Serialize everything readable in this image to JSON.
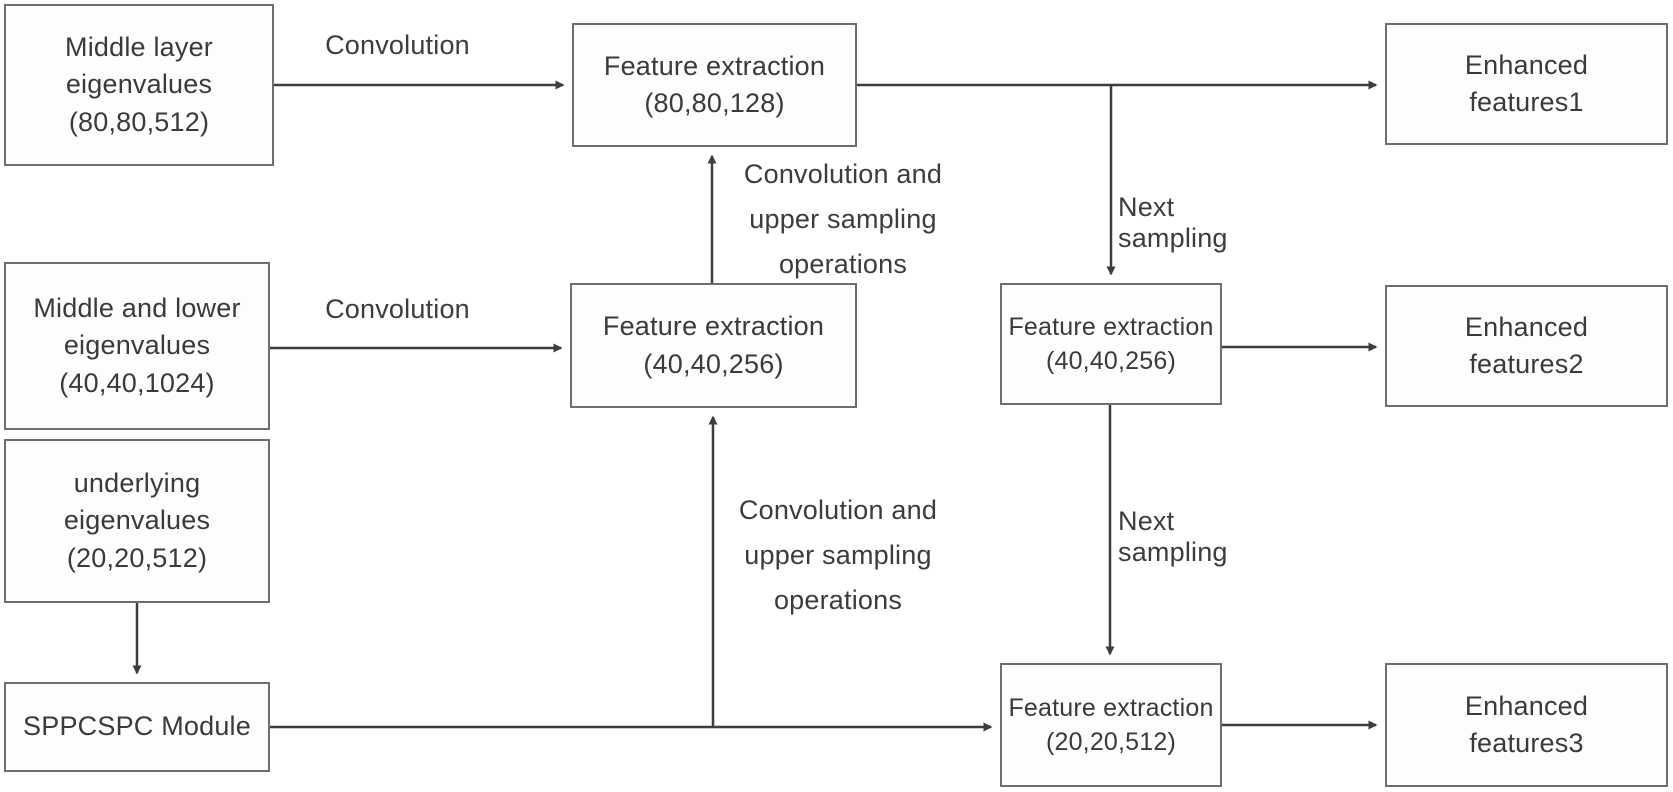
{
  "diagram": {
    "title": "Feature enhancement / FPN-style feature-extraction flowchart",
    "background_color": "#ffffff",
    "box_border_color": "#6e6e70",
    "box_fill_color": "#fdfdfd",
    "text_color": "#3a3a3a",
    "line_color": "#3d3d3d"
  },
  "nodes": {
    "middle_layer": {
      "text": "Middle layer\neigenvalues\n(80,80,512)"
    },
    "middle_lower": {
      "text": "Middle and lower\neigenvalues\n(40,40,1024)"
    },
    "underlying": {
      "text": "underlying\neigenvalues\n(20,20,512)"
    },
    "sppcspc": {
      "text": "SPPCSPC Module"
    },
    "fe_80": {
      "text": "Feature extraction\n(80,80,128)"
    },
    "fe_40_mid": {
      "text": "Feature extraction\n(40,40,256)"
    },
    "fe_40_right": {
      "text": "Feature extraction\n(40,40,256)"
    },
    "fe_20_right": {
      "text": "Feature extraction\n(20,20,512)"
    },
    "enhanced_1": {
      "text": "Enhanced\nfeatures1"
    },
    "enhanced_2": {
      "text": "Enhanced\nfeatures2"
    },
    "enhanced_3": {
      "text": "Enhanced\nfeatures3"
    }
  },
  "edge_labels": {
    "convolution_top": "Convolution",
    "convolution_mid": "Convolution",
    "conv_upsample_1": "Convolution and\nupper sampling\noperations",
    "conv_upsample_2": "Convolution and\nupper sampling\noperations",
    "next_sampling_1": "Next sampling",
    "next_sampling_2": "Next sampling"
  }
}
